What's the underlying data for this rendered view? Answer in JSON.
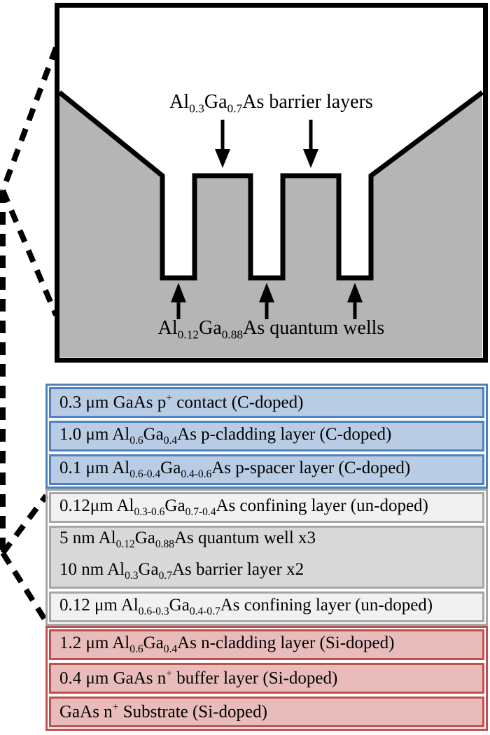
{
  "figure": {
    "band_diagram": {
      "barrier_label": "Al_{0.3}Ga_{0.7}As barrier layers",
      "quantum_well_label": "Al_{0.12}Ga_{0.88}As quantum wells",
      "barrier_arrow_count": 2,
      "well_arrow_count": 3,
      "region_fill_color": "#b5b5b5",
      "outline_color": "#000000"
    },
    "layer_stack": {
      "groups": [
        {
          "fill_color": "#b8cce4",
          "border_color": "#4f81bd",
          "rows": [
            {
              "label": "0.3 μm GaAs p^{+} contact (C-doped)"
            },
            {
              "label": "1.0 μm Al_{0.6}Ga_{0.4}As p-cladding layer (C-doped)"
            },
            {
              "label": "0.1 μm Al_{0.6-0.4}Ga_{0.4-0.6}As p-spacer layer (C-doped)"
            }
          ]
        },
        {
          "fill_color": "#f1f1f1",
          "fill_color_alt": "#d8d8d8",
          "border_color": "#a6a6a6",
          "rows": [
            {
              "label": "0.12μm Al_{0.3-0.6}Ga_{0.7-0.4}As confining layer (un-doped)"
            },
            {
              "label": "5 nm Al_{0.12}Ga_{0.88}As quantum well x3",
              "label2": "10 nm Al_{0.3}Ga_{0.7}As barrier layer x2"
            },
            {
              "label": "0.12 μm Al_{0.6-0.3}Ga_{0.4-0.7}As confining layer (un-doped)"
            }
          ]
        },
        {
          "fill_color": "#e7bcba",
          "border_color": "#c0504d",
          "rows": [
            {
              "label": "1.2 μm Al_{0.6}Ga_{0.4}As n-cladding layer (Si-doped)"
            },
            {
              "label": "0.4 μm GaAs n^{+} buffer layer (Si-doped)"
            },
            {
              "label": "GaAs n^{+} Substrate (Si-doped)"
            }
          ]
        }
      ]
    }
  }
}
